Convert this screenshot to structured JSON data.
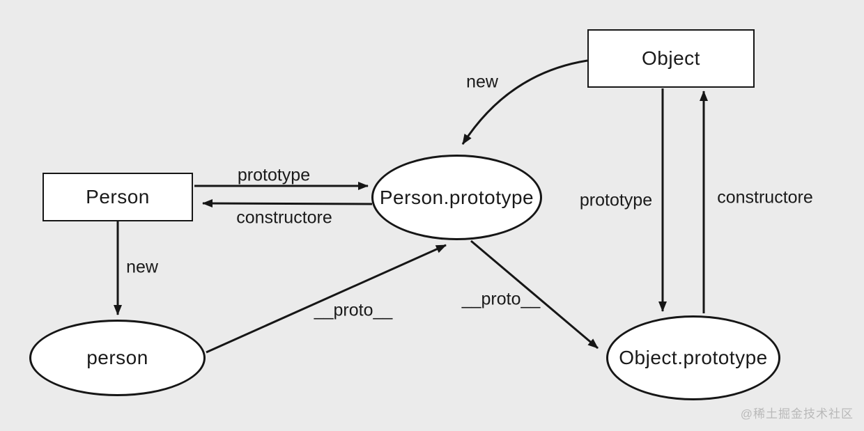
{
  "diagram": {
    "nodes": {
      "person_constructor": {
        "label": "Person",
        "shape": "rect"
      },
      "object_constructor": {
        "label": "Object",
        "shape": "rect"
      },
      "person_prototype": {
        "label": "Person.prototype",
        "shape": "ellipse"
      },
      "person_instance": {
        "label": "person",
        "shape": "ellipse"
      },
      "object_prototype": {
        "label": "Object.prototype",
        "shape": "ellipse"
      }
    },
    "edges": {
      "person_to_person_prototype": {
        "label": "prototype"
      },
      "person_prototype_to_person": {
        "label": "constructore"
      },
      "person_new_instance": {
        "label": "new"
      },
      "object_new_person_prototype": {
        "label": "new"
      },
      "object_to_object_prototype": {
        "label": "prototype"
      },
      "object_prototype_to_object": {
        "label": "constructore"
      },
      "person_instance_proto": {
        "label": "__proto__"
      },
      "person_prototype_proto": {
        "label": "__proto__"
      }
    },
    "watermark": "@稀土掘金技术社区",
    "colors": {
      "background": "#ebebeb",
      "stroke": "#161616",
      "node_fill": "#ffffff",
      "text": "#1a1a1a",
      "watermark": "#b9b9b9"
    }
  }
}
